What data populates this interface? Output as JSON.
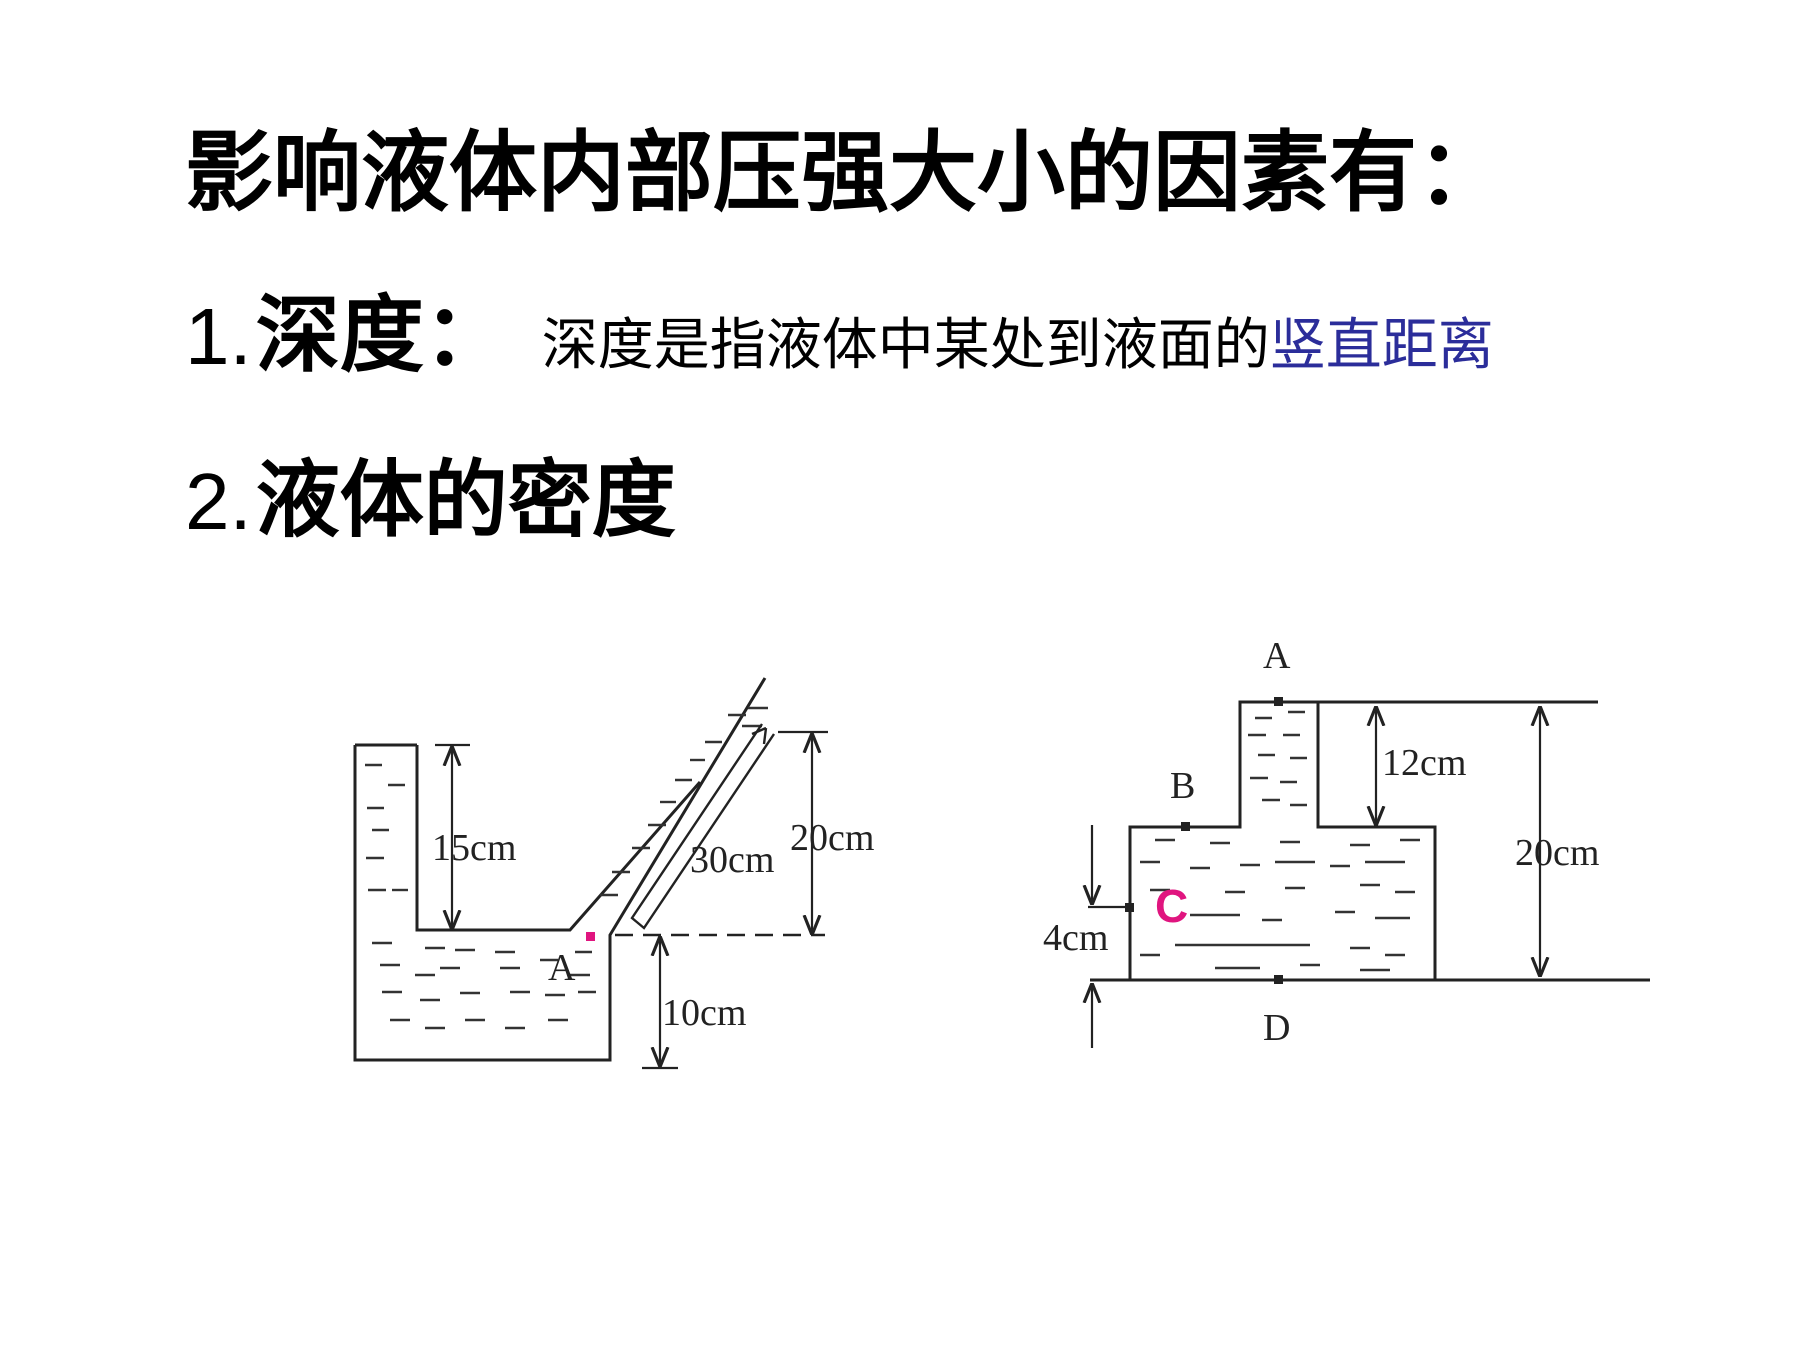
{
  "title": "影响液体内部压强大小的因素有：",
  "points": [
    {
      "number": "1.",
      "term": "深度：",
      "definition": "深度是指液体中某处到液面的",
      "definition_highlight": "竖直距离"
    },
    {
      "number": "2.",
      "term": "液体的密度"
    }
  ],
  "figure_left": {
    "labels": {
      "point": "A",
      "depth_left": "15cm",
      "slant_length": "30cm",
      "height_right": "20cm",
      "bottom": "10cm"
    }
  },
  "figure_right": {
    "labels": {
      "top": "A",
      "left": "B",
      "inner": "C",
      "bottom": "D",
      "neck_height": "12cm",
      "total_height": "20cm",
      "c_height": "4cm"
    }
  },
  "colors": {
    "text": "#000000",
    "highlight": "#2b2d9a",
    "marker": "#e0157f",
    "lines": "#222222"
  }
}
